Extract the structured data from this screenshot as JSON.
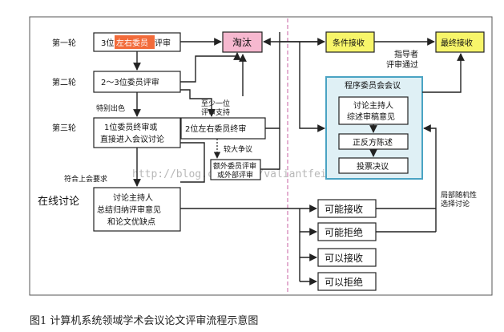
{
  "rounds": {
    "round1": "第一轮",
    "round2": "第二轮",
    "round3": "第三轮",
    "online": "在线讨论"
  },
  "boxes": {
    "r1_prefix": "3位",
    "r1_highlight": "左右委员",
    "r1_suffix": "评审",
    "r2": "2～3位委员评审",
    "r3a_line1": "1位委员终审或",
    "r3a_line2": "直接进入会议讨论",
    "r3b": "2位左右委员终审",
    "extra_line1": "额外委员评审",
    "extra_line2": "或外部评审",
    "online_line1": "讨论主持人",
    "online_line2": "总结归纳评审意见",
    "online_line3": "和论文优缺点",
    "reject": "淘汰",
    "conditional": "条件接收",
    "final": "最终接收",
    "committee_title": "程序委员会会议",
    "c1_line1": "讨论主持人",
    "c1_line2": "综述审稿意见",
    "c2": "正反方陈述",
    "c3": "投票决议"
  },
  "outcomes": [
    "可能接收",
    "可能拒绝",
    "可以接收",
    "可以拒绝"
  ],
  "annotations": {
    "outstanding": "特别出色",
    "atleast_line1": "至少一位",
    "atleast_line2": "评审支持",
    "dispute": "较大争议",
    "meets": "符合上会要求",
    "mentor_line1": "指导者",
    "mentor_line2": "评审通过",
    "random_line1": "局部随机性",
    "random_line2": "选择讨论"
  },
  "watermark": "http://blog.csdn.net/valiantfeiji",
  "caption": "图1   计算机系统领域学术会议论文评审流程示意图",
  "colors": {
    "highlight": "#f26b3a",
    "reject": "#f6b8cf",
    "conditional": "#f7f56a",
    "final": "#f7f56a",
    "committee": "#dff0f5",
    "committee_border": "#4aa3c3",
    "divider": "#d07ab0"
  }
}
